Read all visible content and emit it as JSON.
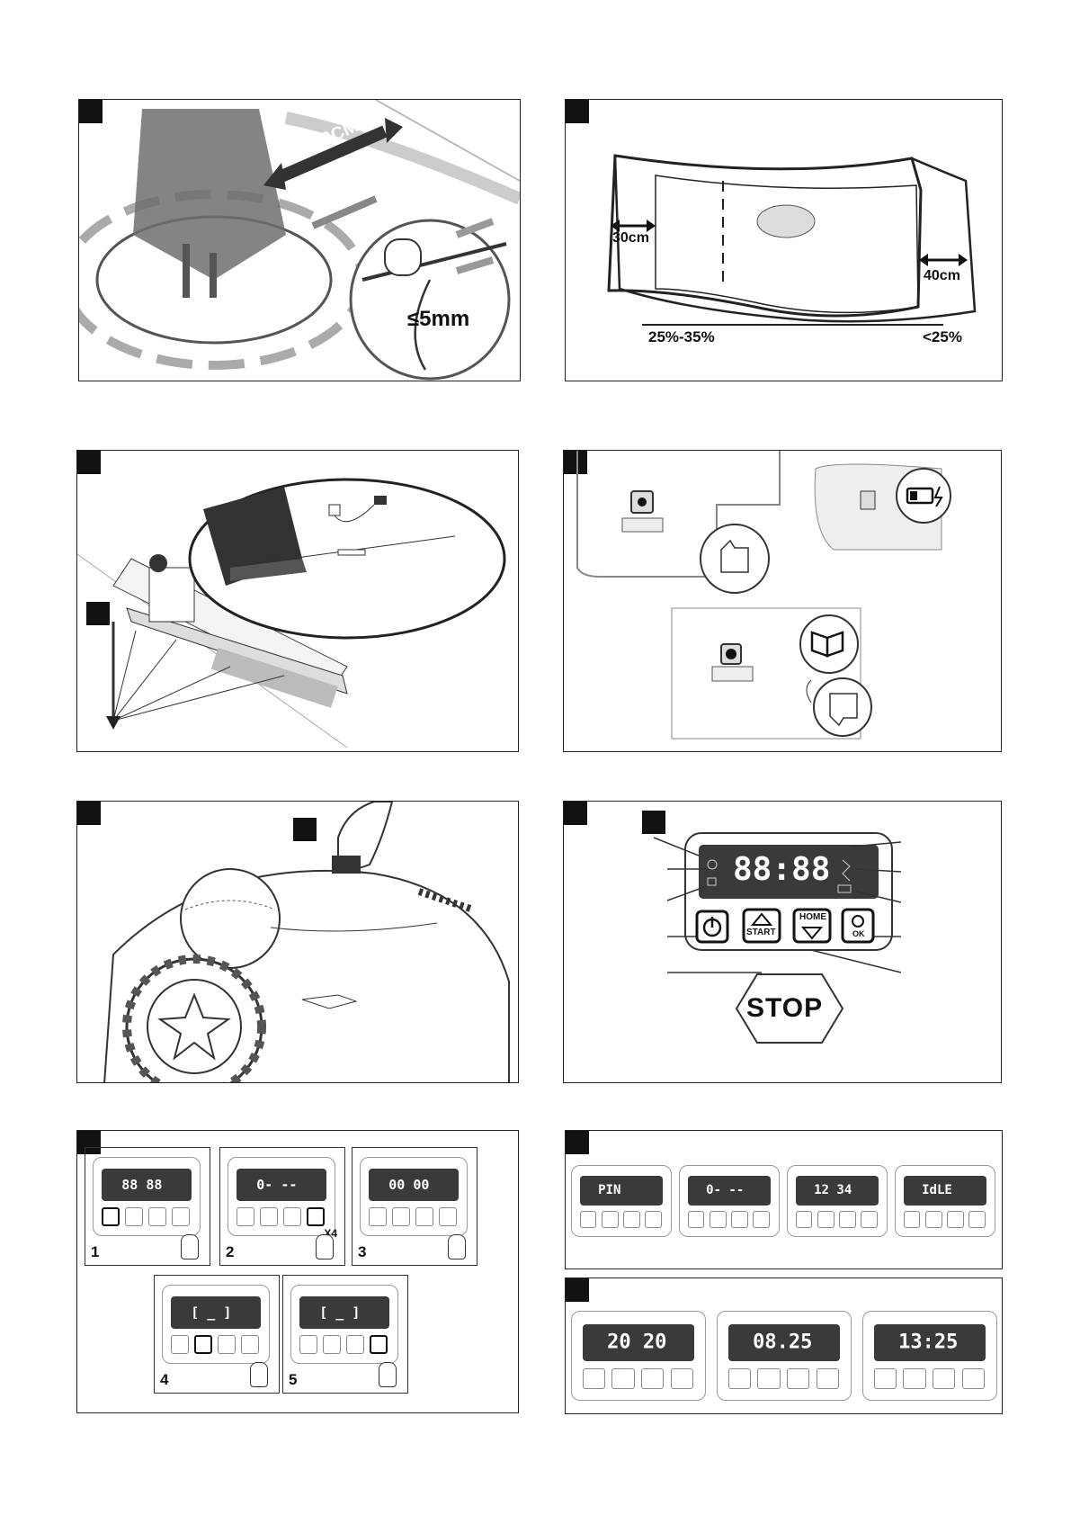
{
  "figure1": {
    "clearance": "≥80CM",
    "wire_height": "≤5mm"
  },
  "figure2": {
    "left_margin": "30cm",
    "right_margin": "40cm",
    "slope_zone": "25%-35%",
    "slope_max": "<25%"
  },
  "figure6": {
    "display": "88:88",
    "buttons": {
      "home": "HOME",
      "start": "START",
      "ok": "OK"
    },
    "stop": "STOP"
  },
  "figure7": {
    "steps": [
      {
        "num": "1",
        "display": "88 88"
      },
      {
        "num": "2",
        "display": "0- --",
        "press": "X4"
      },
      {
        "num": "3",
        "display": "00 00"
      },
      {
        "num": "4",
        "display": "[ _ ]"
      },
      {
        "num": "5",
        "display": "[ _ ]"
      }
    ]
  },
  "figure8": {
    "displays": [
      "PIN",
      "0- --",
      "12 34",
      "IdLE"
    ]
  },
  "figure9": {
    "displays": [
      "20 20",
      "08.25",
      "13:25"
    ]
  },
  "colors": {
    "frame": "#222222",
    "gray": "#8a8a8a",
    "lcd": "#3a3a3a",
    "lcd_text": "#ffffff"
  }
}
